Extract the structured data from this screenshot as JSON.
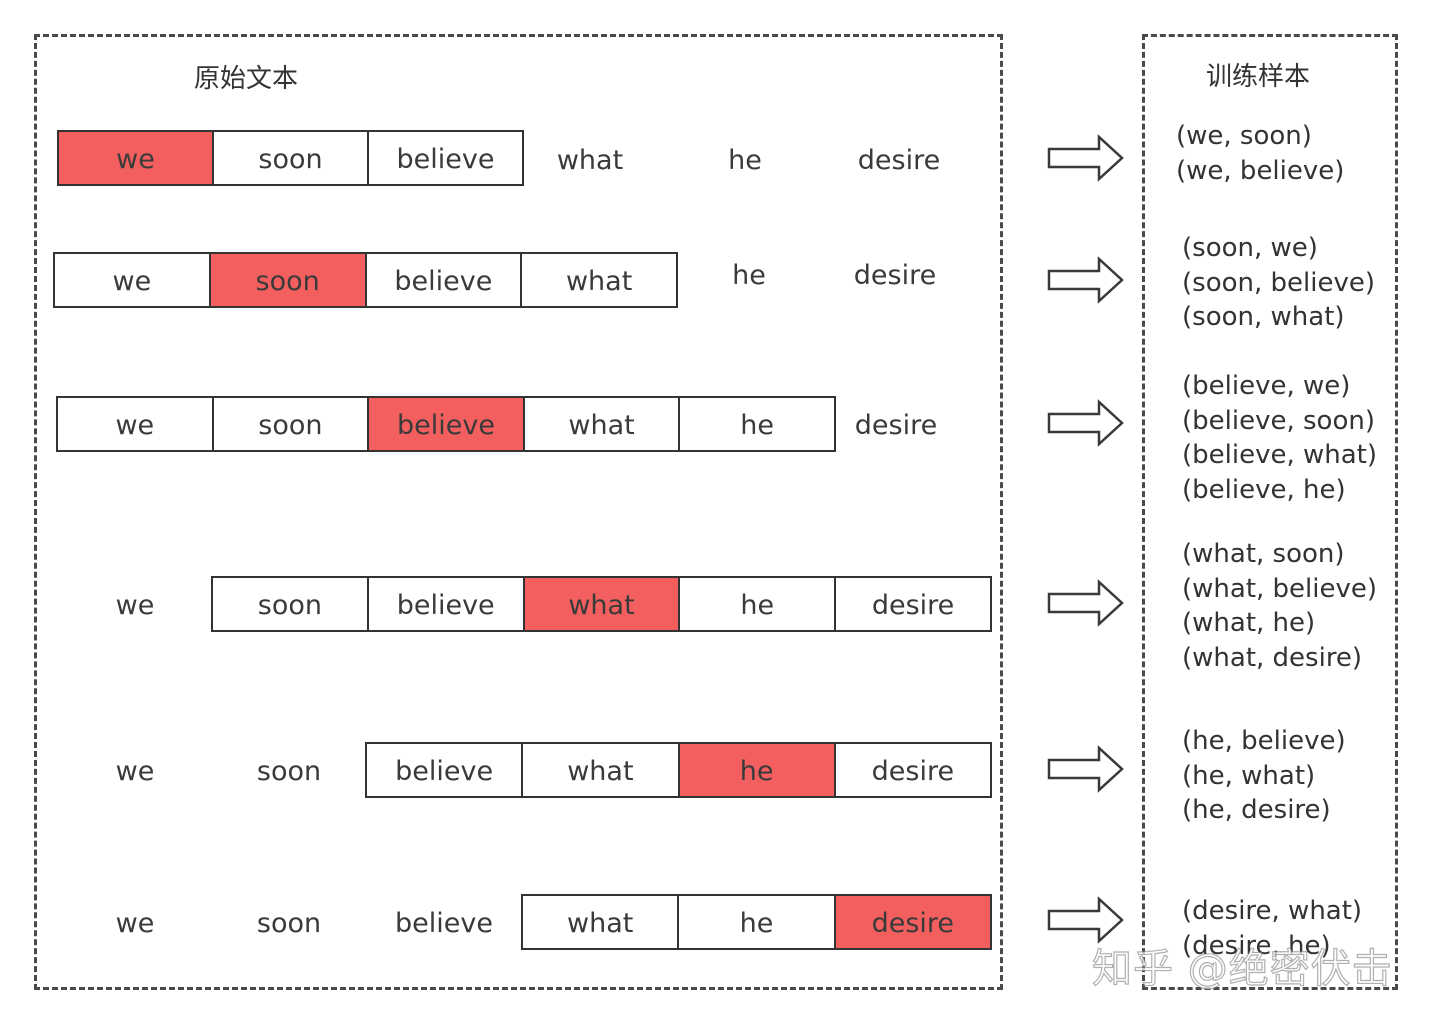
{
  "titles": {
    "left": "原始文本",
    "right": "训练样本"
  },
  "colors": {
    "center_word": "#f35f5f",
    "border": "#333333"
  },
  "rows": [
    {
      "words": [
        "we",
        "soon",
        "believe",
        "what",
        "he",
        "desire"
      ],
      "samples": [
        "(we, soon)",
        "(we, believe)"
      ]
    },
    {
      "words": [
        "we",
        "soon",
        "believe",
        "what",
        "he",
        "desire"
      ],
      "samples": [
        "(soon, we)",
        "(soon, believe)",
        "(soon, what)"
      ]
    },
    {
      "words": [
        "we",
        "soon",
        "believe",
        "what",
        "he",
        "desire"
      ],
      "samples": [
        "(believe, we)",
        "(believe, soon)",
        "(believe, what)",
        "(believe, he)"
      ]
    },
    {
      "words": [
        "we",
        "soon",
        "believe",
        "what",
        "he",
        "desire"
      ],
      "samples": [
        "(what, soon)",
        "(what, believe)",
        "(what, he)",
        "(what, desire)"
      ]
    },
    {
      "words": [
        "we",
        "soon",
        "believe",
        "what",
        "he",
        "desire"
      ],
      "samples": [
        "(he, believe)",
        "(he, what)",
        "(he, desire)"
      ]
    },
    {
      "words": [
        "we",
        "soon",
        "believe",
        "what",
        "he",
        "desire"
      ],
      "samples": [
        "(desire, what)",
        "(desire, he)"
      ]
    }
  ],
  "arrow_icon": "hollow-right-arrow-icon",
  "watermark": "知乎 @绝密伏击"
}
